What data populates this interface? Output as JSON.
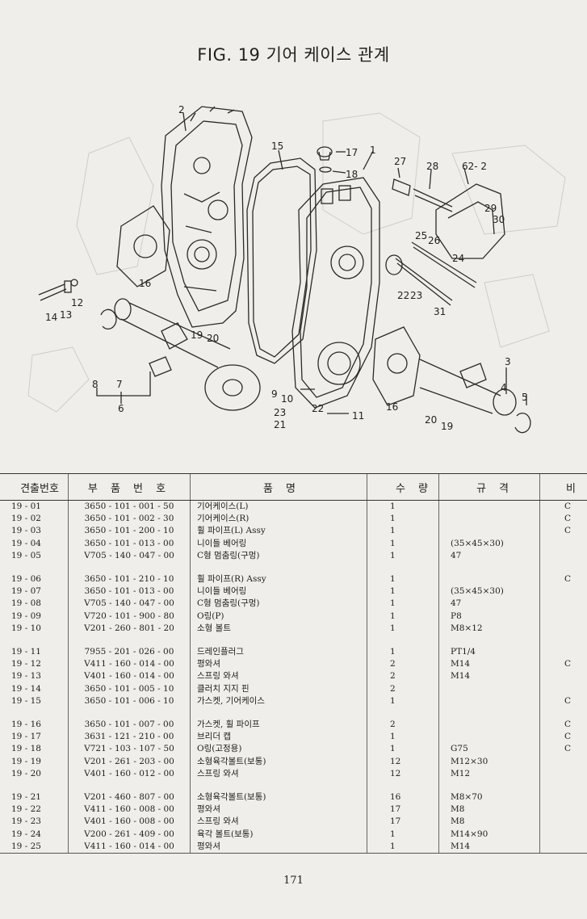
{
  "title": "FIG. 19 기어 케이스 관계",
  "headers": {
    "no": "견출번호",
    "part": "부 품 번 호",
    "name": "품 명",
    "qty": "수 량",
    "spec": "규 격",
    "note": "비 고"
  },
  "callouts": [
    "2",
    "15",
    "17",
    "1",
    "18",
    "27",
    "28",
    "62- 2",
    "29",
    "30",
    "25",
    "26",
    "24",
    "16",
    "13",
    "14",
    "12",
    "19",
    "20",
    "22",
    "23",
    "31",
    "8",
    "7",
    "6",
    "9",
    "10",
    "23",
    "22",
    "21",
    "11",
    "16",
    "3",
    "4",
    "5",
    "20",
    "19"
  ],
  "rows": [
    {
      "no": "19 - 01",
      "part": "3650 - 101 - 001 - 50",
      "name": "기어케이스(L)",
      "qty": "1",
      "spec": "",
      "note": "C"
    },
    {
      "no": "19 - 02",
      "part": "3650 - 101 - 002 - 30",
      "name": "기어케이스(R)",
      "qty": "1",
      "spec": "",
      "note": "C"
    },
    {
      "no": "19 - 03",
      "part": "3650 - 101 - 200 - 10",
      "name": "휠 파이프(L) Assy",
      "qty": "1",
      "spec": "",
      "note": "C"
    },
    {
      "no": "19 - 04",
      "part": "3650 - 101 - 013 - 00",
      "name": "니이들 베어링",
      "qty": "1",
      "spec": "(35×45×30)",
      "note": ""
    },
    {
      "no": "19 - 05",
      "part": "V705 - 140 - 047 - 00",
      "name": "C형 멈춤링(구멍)",
      "qty": "1",
      "spec": "47",
      "note": ""
    },
    {
      "no": "19 - 06",
      "part": "3650 - 101 - 210 - 10",
      "name": "휠 파이프(R) Assy",
      "qty": "1",
      "spec": "",
      "note": "C"
    },
    {
      "no": "19 - 07",
      "part": "3650 - 101 - 013 - 00",
      "name": "니이들 베어링",
      "qty": "1",
      "spec": "(35×45×30)",
      "note": ""
    },
    {
      "no": "19 - 08",
      "part": "V705 - 140 - 047 - 00",
      "name": "C형 멈춤링(구멍)",
      "qty": "1",
      "spec": "47",
      "note": ""
    },
    {
      "no": "19 - 09",
      "part": "V720 - 101 - 900 - 80",
      "name": "O링(P)",
      "qty": "1",
      "spec": "P8",
      "note": ""
    },
    {
      "no": "19 - 10",
      "part": "V201 - 260 - 801 - 20",
      "name": "소형 볼트",
      "qty": "1",
      "spec": "M8×12",
      "note": ""
    },
    {
      "no": "19 - 11",
      "part": "7955 - 201 - 026 - 00",
      "name": "드레인플러그",
      "qty": "1",
      "spec": "PT1/4",
      "note": ""
    },
    {
      "no": "19 - 12",
      "part": "V411 - 160 - 014 - 00",
      "name": "평와셔",
      "qty": "2",
      "spec": "M14",
      "note": "C"
    },
    {
      "no": "19 - 13",
      "part": "V401 - 160 - 014 - 00",
      "name": "스프링 와셔",
      "qty": "2",
      "spec": "M14",
      "note": ""
    },
    {
      "no": "19 - 14",
      "part": "3650 - 101 - 005 - 10",
      "name": "클러치 지지 핀",
      "qty": "2",
      "spec": "",
      "note": ""
    },
    {
      "no": "19 - 15",
      "part": "3650 - 101 - 006 - 10",
      "name": "가스켓, 기어케이스",
      "qty": "1",
      "spec": "",
      "note": "C"
    },
    {
      "no": "19 - 16",
      "part": "3650 - 101 - 007 - 00",
      "name": "가스켓, 휠 파이프",
      "qty": "2",
      "spec": "",
      "note": "C"
    },
    {
      "no": "19 - 17",
      "part": "3631 - 121 - 210 - 00",
      "name": "브리더 캡",
      "qty": "1",
      "spec": "",
      "note": "C"
    },
    {
      "no": "19 - 18",
      "part": "V721 - 103 - 107 - 50",
      "name": "O링(고정용)",
      "qty": "1",
      "spec": "G75",
      "note": "C"
    },
    {
      "no": "19 - 19",
      "part": "V201 - 261 - 203 - 00",
      "name": "소형육각볼트(보통)",
      "qty": "12",
      "spec": "M12×30",
      "note": ""
    },
    {
      "no": "19 - 20",
      "part": "V401 - 160 - 012 - 00",
      "name": "스프링 와셔",
      "qty": "12",
      "spec": "M12",
      "note": ""
    },
    {
      "no": "19 - 21",
      "part": "V201 - 460 - 807 - 00",
      "name": "소형육각볼트(보통)",
      "qty": "16",
      "spec": "M8×70",
      "note": ""
    },
    {
      "no": "19 - 22",
      "part": "V411 - 160 - 008 - 00",
      "name": "평와셔",
      "qty": "17",
      "spec": "M8",
      "note": ""
    },
    {
      "no": "19 - 23",
      "part": "V401 - 160 - 008 - 00",
      "name": "스프링 와셔",
      "qty": "17",
      "spec": "M8",
      "note": ""
    },
    {
      "no": "19 - 24",
      "part": "V200 - 261 - 409 - 00",
      "name": "육각 볼트(보통)",
      "qty": "1",
      "spec": "M14×90",
      "note": ""
    },
    {
      "no": "19 - 25",
      "part": "V411 - 160 - 014 - 00",
      "name": "평와셔",
      "qty": "1",
      "spec": "M14",
      "note": ""
    }
  ],
  "page_number": "171"
}
